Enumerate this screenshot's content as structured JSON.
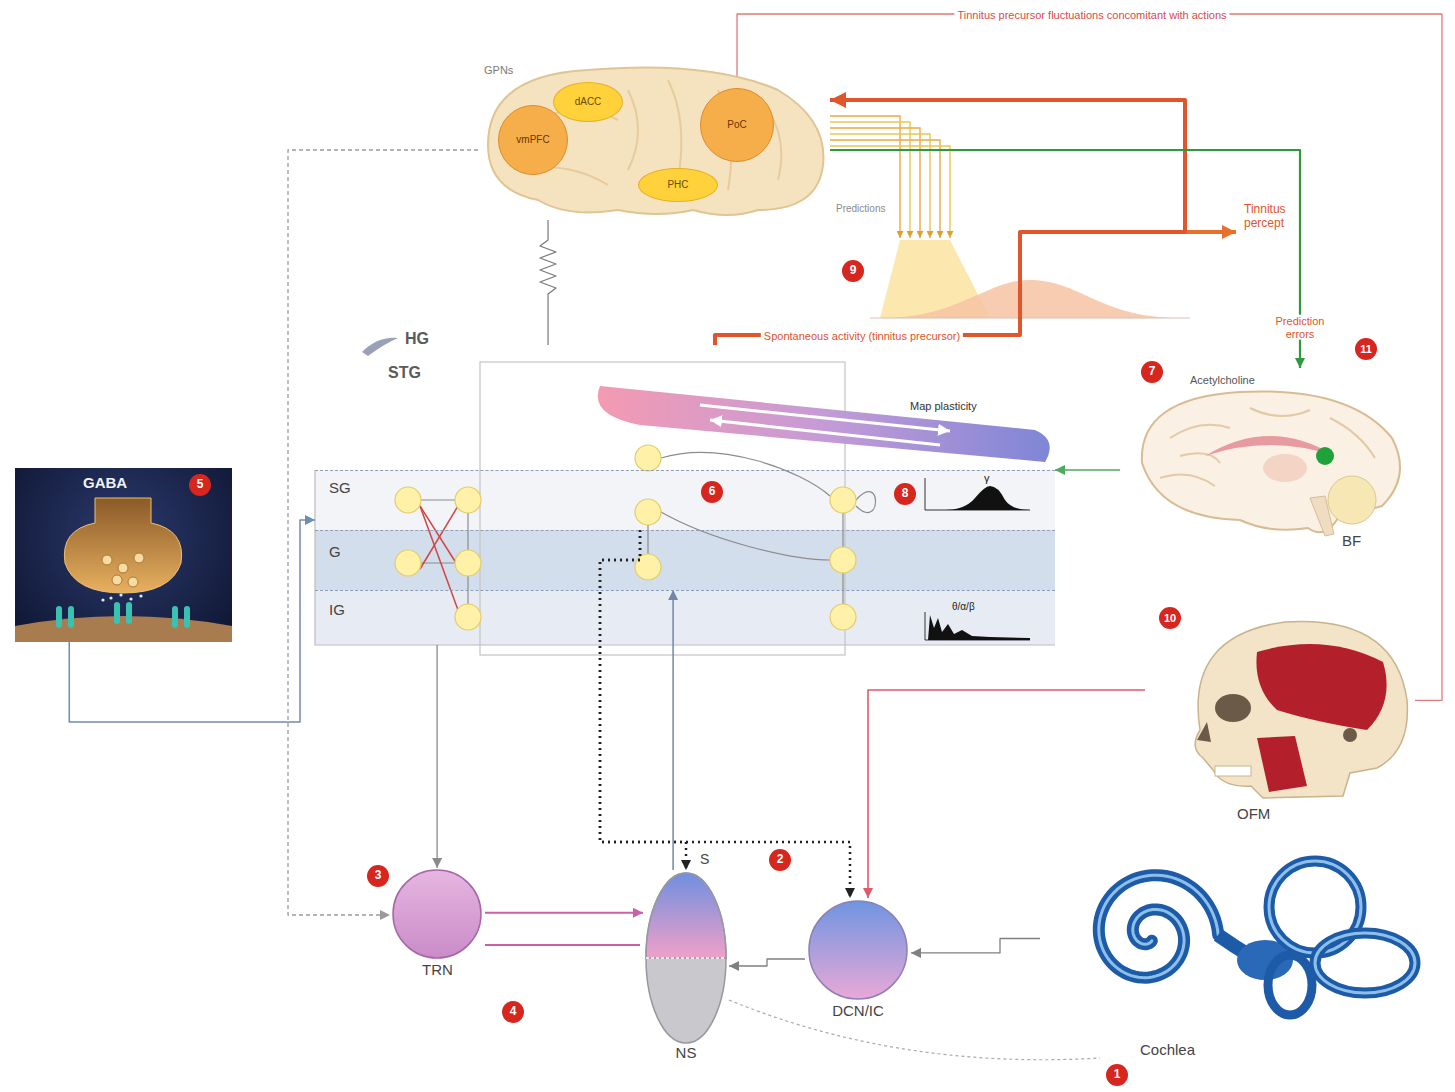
{
  "diagram": {
    "nodes": [
      {
        "text": [
          "GPNs"
        ]
      },
      {
        "text": [
          "vmPFC"
        ],
        "in": 0
      },
      {
        "text": [
          "dACC"
        ],
        "in": 0
      },
      {
        "text": [
          "PoC"
        ],
        "in": 0
      },
      {
        "text": [
          "PHC"
        ],
        "in": 0
      },
      {
        "text": [
          "Map plasticity"
        ]
      },
      {
        "text": [
          "SG"
        ],
        "in": 5
      },
      {
        "text": [
          "G"
        ],
        "in": 5
      },
      {
        "text": [
          "IG"
        ],
        "in": 5
      },
      {
        "text": [
          "GABA"
        ]
      },
      {
        "text": [
          "TRN"
        ]
      },
      {
        "text": [
          "NS"
        ]
      },
      {
        "text": [
          "DCN/IC"
        ]
      },
      {
        "text": [
          "Cochlea"
        ]
      },
      {
        "text": [
          "Acetylcholine",
          "BF"
        ]
      },
      {
        "text": [
          "OFM"
        ]
      }
    ],
    "edges": [
      {
        "from": 13,
        "to": 12,
        "arrow": "to"
      },
      {
        "from": 12,
        "to": 11,
        "arrow": "to"
      },
      {
        "from": 11,
        "to": 7,
        "arrow": "to"
      },
      {
        "from": 10,
        "to": 11,
        "arrow": "to"
      },
      {
        "from": 8,
        "to": 10,
        "arrow": "to"
      },
      {
        "from": 6,
        "to": 11,
        "arrow": "to"
      },
      {
        "from": 6,
        "to": 12,
        "arrow": "to"
      },
      {
        "from": 5,
        "to": 0,
        "label": "Spontaneous activity (tinnitus precursor)",
        "arrow": "to"
      },
      {
        "from": 0,
        "to": 14,
        "label": "Prediction errors",
        "arrow": "to"
      },
      {
        "from": 14,
        "to": 5,
        "arrow": "to"
      },
      {
        "from": 9,
        "to": 5,
        "arrow": "to"
      },
      {
        "from": 15,
        "to": 12,
        "arrow": "to"
      },
      {
        "from": 15,
        "to": 3,
        "label": "Tinnitus precursor fluctuations concomitant with actions",
        "arrow": "to"
      },
      {
        "from": 0,
        "to": 10,
        "arrow": "to"
      },
      {
        "from": 0,
        "to": 5,
        "arrow": "none"
      }
    ],
    "labels": [
      "HG",
      "STG",
      "Predictions",
      "Tinnitus percept",
      "γ",
      "θ/α/β",
      "S",
      "1",
      "2",
      "3",
      "4",
      "5",
      "6",
      "7",
      "8",
      "9",
      "10",
      "11"
    ]
  }
}
